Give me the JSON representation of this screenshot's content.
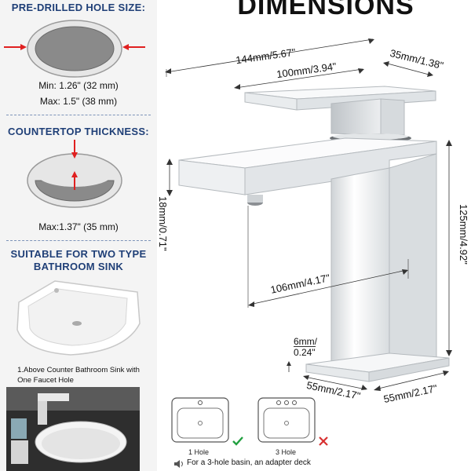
{
  "left_panel": {
    "hole_size": {
      "title": "PRE-DRILLED HOLE SIZE:",
      "min": "Min: 1.26\" (32 mm)",
      "max": "Max: 1.5\" (38 mm)"
    },
    "countertop": {
      "title": "COUNTERTOP THICKNESS:",
      "max": "Max:1.37\" (35 mm)"
    },
    "sink_types": {
      "title_line1": "SUITABLE FOR TWO TYPE",
      "title_line2": "BATHROOM SINK",
      "sink1_caption_line1": "1.Above Counter Bathroom Sink with",
      "sink1_caption_line2": "One Faucet Hole"
    }
  },
  "main": {
    "title": "DIMENSIONS",
    "dims": {
      "total_length": "144mm/5.67\"",
      "handle_length": "100mm/3.94\"",
      "handle_width": "35mm/1.38\"",
      "spout_height": "18mm/0.71\"",
      "total_height": "125mm/4.92\"",
      "spout_reach": "106mm/4.17\"",
      "base_thickness_line1": "6mm/",
      "base_thickness_line2": "0.24\"",
      "base_depth": "55mm/2.17\"",
      "base_width": "55mm/2.17\""
    },
    "holes": [
      {
        "label": "1 Hole",
        "status": "check"
      },
      {
        "label": "3 Hole",
        "status": "cross"
      }
    ],
    "note": "For a 3-hole basin, an adapter deck"
  },
  "colors": {
    "accent_blue": "#1f3f77",
    "red_arrow": "#e02020",
    "check_green": "#22a040",
    "cross_red": "#d83030"
  }
}
